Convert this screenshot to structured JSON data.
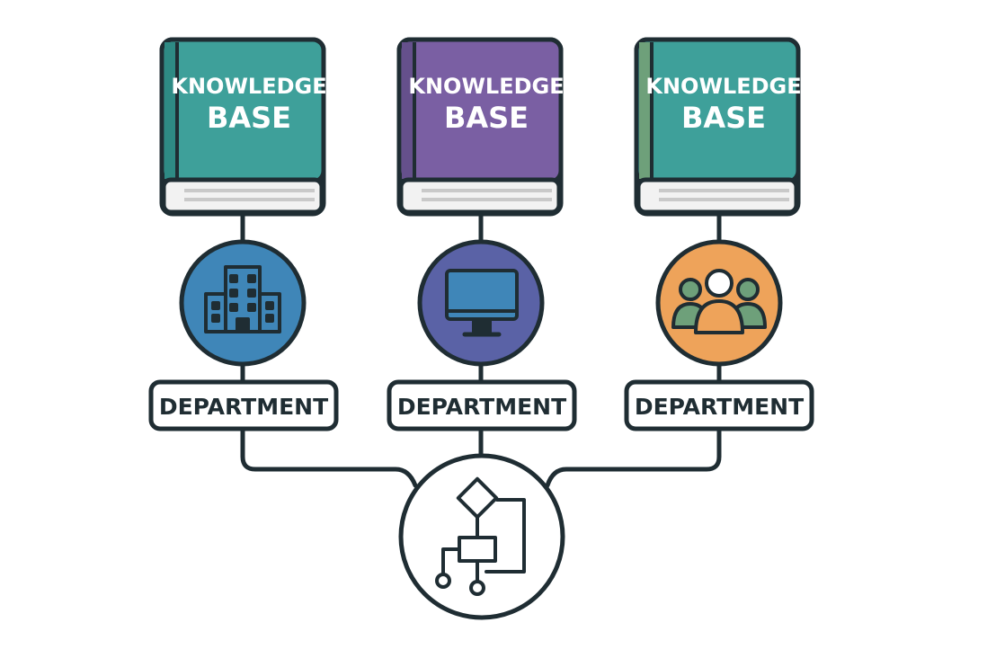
{
  "colors": {
    "outline": "#1f2d33",
    "teal": "#3ea09a",
    "teal_spine": "#2e8a84",
    "purple": "#7a5fa3",
    "purple_spine": "#65508c",
    "green_spine": "#6ea07a",
    "blue": "#3f86b8",
    "indigo": "#5a62a6",
    "orange": "#eea35a",
    "pages": "#f2f2f2",
    "page_lines": "#c9c9c9"
  },
  "columns": [
    {
      "book": {
        "title_line1": "KNOWLEDGE",
        "title_line2": "BASE",
        "cover": "teal"
      },
      "icon": {
        "name": "building-icon",
        "circle": "blue"
      },
      "label": "DEPARTMENT"
    },
    {
      "book": {
        "title_line1": "KNOWLEDGE",
        "title_line2": "BASE",
        "cover": "purple"
      },
      "icon": {
        "name": "monitor-icon",
        "circle": "indigo"
      },
      "label": "DEPARTMENT"
    },
    {
      "book": {
        "title_line1": "KNOWLEDGE",
        "title_line2": "BASE",
        "cover": "teal"
      },
      "icon": {
        "name": "people-group-icon",
        "circle": "orange"
      },
      "label": "DEPARTMENT"
    }
  ],
  "hub": {
    "icon": "workflow-icon"
  }
}
